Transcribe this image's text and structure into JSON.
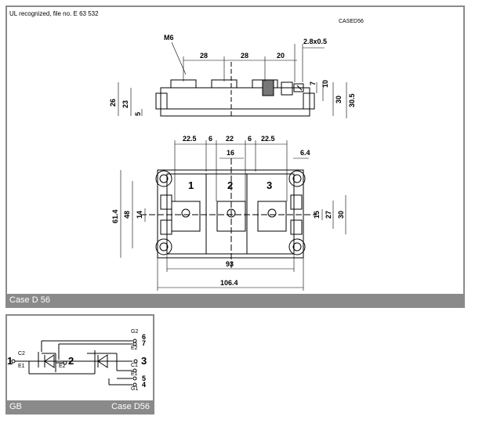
{
  "top_panel": {
    "ul_note": "UL recognized, file no. E 63 532",
    "case_code": "CASED56",
    "footer": "Case D 56",
    "thread": "M6",
    "dims": {
      "d28a": "28",
      "d28b": "28",
      "d20": "20",
      "d28x05": "2.8x0.5",
      "d7": "7",
      "d10": "10",
      "d30": "30",
      "d305": "30.5",
      "d26": "26",
      "d23": "23",
      "d5": "5",
      "d225a": "22.5",
      "d6a": "6",
      "d22": "22",
      "d6b": "6",
      "d225b": "22.5",
      "d16": "16",
      "d64": "6.4",
      "d614": "61.4",
      "d48": "48",
      "d14": "14",
      "d15": "15",
      "d27": "27",
      "d30b": "30",
      "d93": "93",
      "d1064": "106.4"
    },
    "terminals": [
      "1",
      "2",
      "3"
    ]
  },
  "bottom_panel": {
    "footer_left": "GB",
    "footer_right": "Case D56",
    "labels": {
      "g2": "G2",
      "e2": "E2",
      "c1": "C1",
      "e1r": "E1",
      "g1": "G1",
      "c2": "C2",
      "e1l": "E1",
      "e2l": "E2"
    },
    "pins": {
      "p1": "1",
      "p2": "2",
      "p3": "3",
      "p4": "4",
      "p5": "5",
      "p6": "6",
      "p7": "7"
    }
  }
}
